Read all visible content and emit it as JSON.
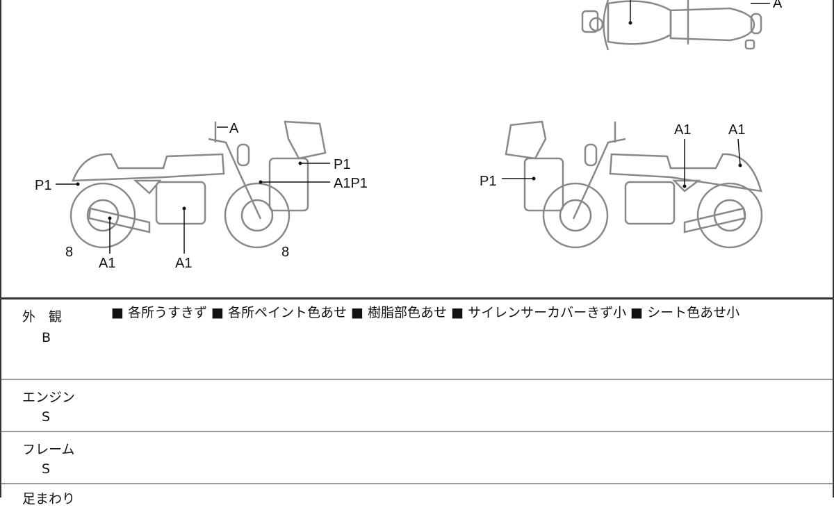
{
  "diagram": {
    "top_view": {
      "label_a": "A"
    },
    "left_view": {
      "labels": [
        "A",
        "P1",
        "A1P1",
        "P1",
        "8",
        "A1",
        "A1",
        "8"
      ]
    },
    "right_view": {
      "labels": [
        "A1",
        "A1",
        "P1"
      ]
    }
  },
  "rows": [
    {
      "category": "外　観",
      "grade": "B",
      "notes": "■ 各所うすきず ■ 各所ペイント色あせ ■ 樹脂部色あせ ■ サイレンサーカバーきず小 ■ シート色あせ小"
    },
    {
      "category": "エンジン",
      "grade": "S",
      "notes": ""
    },
    {
      "category": "フレーム",
      "grade": "S",
      "notes": ""
    },
    {
      "category": "足まわり",
      "grade": "",
      "notes": ""
    }
  ]
}
